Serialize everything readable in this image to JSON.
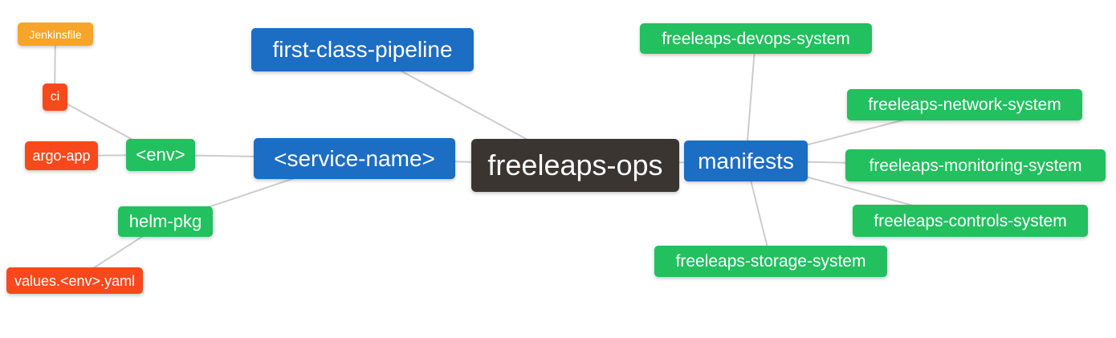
{
  "diagram": {
    "type": "mindmap",
    "root_label": "freeleaps-ops"
  },
  "colors": {
    "root_node": "#3A3531",
    "branch_node": "#1C6DC4",
    "green_node": "#22C05E",
    "red_node": "#F8491D",
    "orange_node": "#F8A42A",
    "edge_line": "#CCCCCC",
    "node_text": "#FFFFFF",
    "background": "#FFFFFF"
  },
  "nodes": {
    "freeleaps_ops": {
      "label": "freeleaps-ops"
    },
    "first_class_pipeline": {
      "label": "first-class-pipeline"
    },
    "service_name": {
      "label": "<service-name>"
    },
    "manifests": {
      "label": "manifests"
    },
    "env": {
      "label": "<env>"
    },
    "helm_pkg": {
      "label": "helm-pkg"
    },
    "ci": {
      "label": "ci"
    },
    "argo_app": {
      "label": "argo-app"
    },
    "jenkinsfile": {
      "label": "Jenkinsfile"
    },
    "values_env_yaml": {
      "label": "values.<env>.yaml"
    },
    "devops_system": {
      "label": "freeleaps-devops-system"
    },
    "network_system": {
      "label": "freeleaps-network-system"
    },
    "monitoring_system": {
      "label": "freeleaps-monitoring-system"
    },
    "controls_system": {
      "label": "freeleaps-controls-system"
    },
    "storage_system": {
      "label": "freeleaps-storage-system"
    }
  },
  "edges": [
    {
      "from": "jenkinsfile",
      "to": "ci"
    },
    {
      "from": "ci",
      "to": "env"
    },
    {
      "from": "argo_app",
      "to": "env"
    },
    {
      "from": "env",
      "to": "service_name"
    },
    {
      "from": "helm_pkg",
      "to": "service_name"
    },
    {
      "from": "values_env_yaml",
      "to": "helm_pkg"
    },
    {
      "from": "first_class_pipeline",
      "to": "freeleaps_ops"
    },
    {
      "from": "service_name",
      "to": "freeleaps_ops"
    },
    {
      "from": "freeleaps_ops",
      "to": "manifests"
    },
    {
      "from": "manifests",
      "to": "devops_system"
    },
    {
      "from": "manifests",
      "to": "network_system"
    },
    {
      "from": "manifests",
      "to": "monitoring_system"
    },
    {
      "from": "manifests",
      "to": "controls_system"
    },
    {
      "from": "manifests",
      "to": "storage_system"
    }
  ]
}
